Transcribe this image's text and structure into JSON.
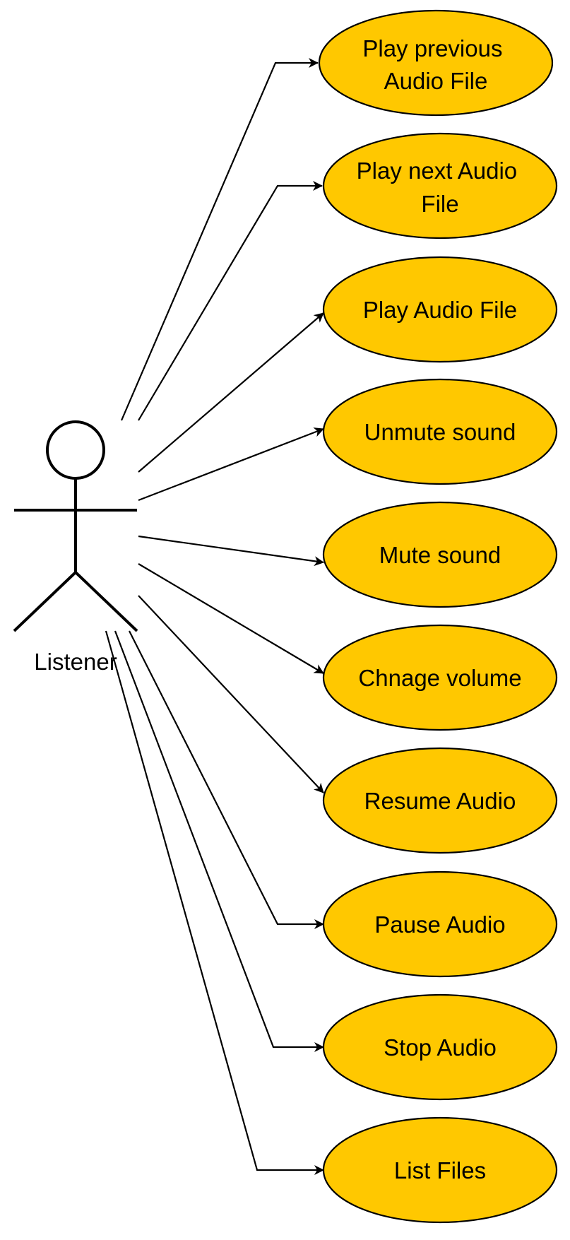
{
  "actor": {
    "name": "Listener"
  },
  "use_cases": [
    {
      "id": "play-previous",
      "lines": [
        "Play previous",
        "Audio File"
      ]
    },
    {
      "id": "play-next",
      "lines": [
        "Play next Audio",
        "File"
      ]
    },
    {
      "id": "play-audio-file",
      "lines": [
        "Play Audio File"
      ]
    },
    {
      "id": "unmute-sound",
      "lines": [
        "Unmute sound"
      ]
    },
    {
      "id": "mute-sound",
      "lines": [
        "Mute sound"
      ]
    },
    {
      "id": "change-volume",
      "lines": [
        "Chnage volume"
      ]
    },
    {
      "id": "resume-audio",
      "lines": [
        "Resume Audio"
      ]
    },
    {
      "id": "pause-audio",
      "lines": [
        "Pause Audio"
      ]
    },
    {
      "id": "stop-audio",
      "lines": [
        "Stop Audio"
      ]
    },
    {
      "id": "list-files",
      "lines": [
        "List Files"
      ]
    }
  ],
  "colors": {
    "use_case_fill": "#ffc800",
    "stroke": "#000000",
    "background": "#ffffff"
  }
}
